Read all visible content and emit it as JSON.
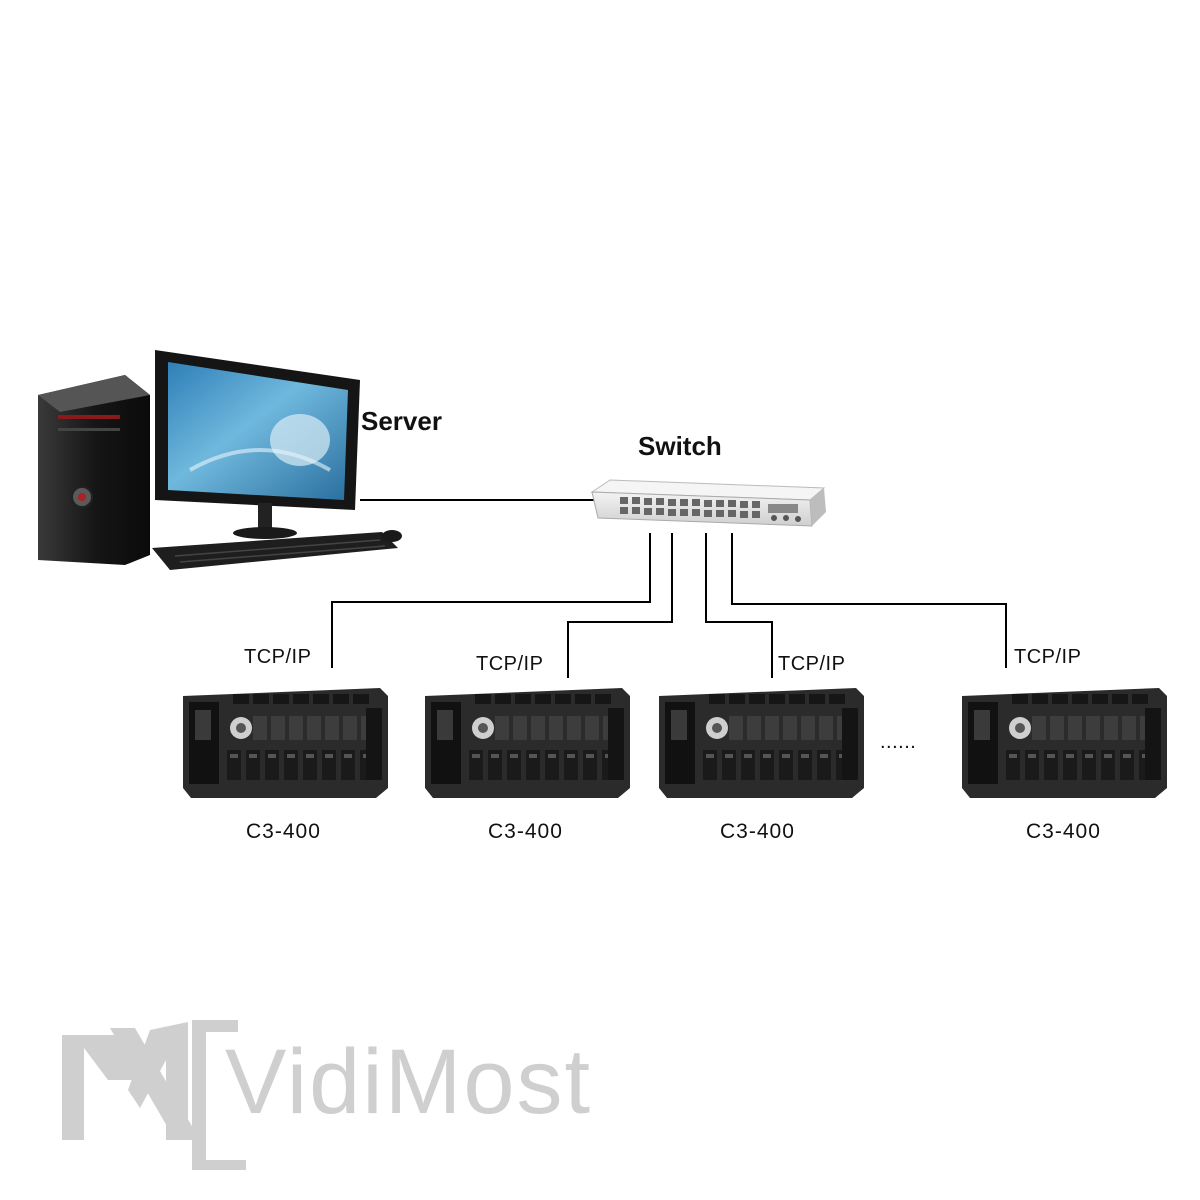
{
  "server": {
    "label": "Server",
    "icon": "desktop-computer-icon"
  },
  "switch": {
    "label": "Switch",
    "icon": "network-switch-icon"
  },
  "controllers": [
    {
      "model": "C3-400",
      "protocol": "TCP/IP"
    },
    {
      "model": "C3-400",
      "protocol": "TCP/IP"
    },
    {
      "model": "C3-400",
      "protocol": "TCP/IP"
    },
    {
      "model": "C3-400",
      "protocol": "TCP/IP"
    }
  ],
  "ellipsis": "......",
  "watermark": {
    "text": "VidiMost",
    "color": "#cfcfcf"
  },
  "colors": {
    "line": "#000000",
    "board": "#2a2a2a",
    "switch_body": "#e4e4e4"
  }
}
